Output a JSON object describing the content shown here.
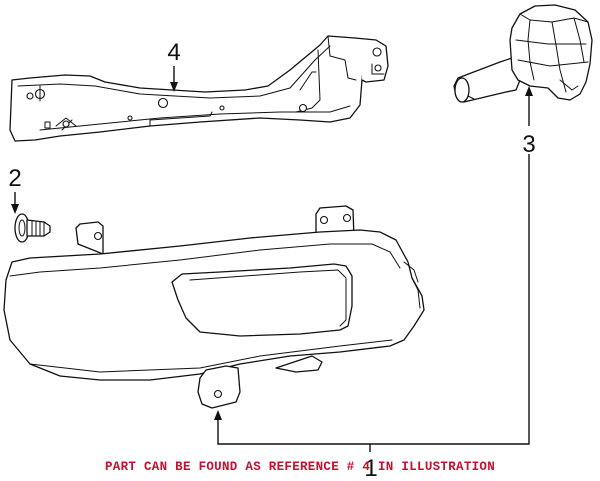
{
  "callouts": {
    "c1": "1",
    "c2": "2",
    "c3": "3",
    "c4": "4"
  },
  "note": {
    "text": "PART CAN BE FOUND AS REFERENCE # 4 IN ILLUSTRATION",
    "color": "#c8102e"
  }
}
